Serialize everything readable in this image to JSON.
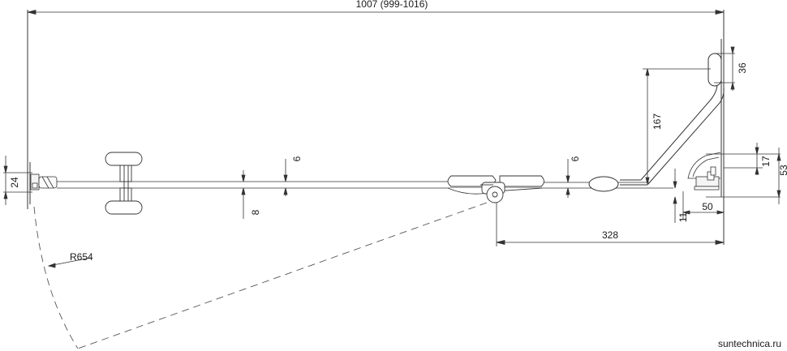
{
  "drawing": {
    "dimensions": {
      "overall_width": "1007 (999-1016)",
      "top_bracket_height": "36",
      "arm_height": "167",
      "right_bracket_height": "53",
      "right_bracket_inner": "17",
      "left_profile": "24",
      "glass_gap_top_left": "6",
      "glass_gap_top_right": "6",
      "glass_thickness": "8",
      "foot_height": "11",
      "foot_width": "50",
      "hinge_to_wall": "328",
      "door_radius": "R654"
    },
    "watermark": "suntechnica.ru"
  }
}
